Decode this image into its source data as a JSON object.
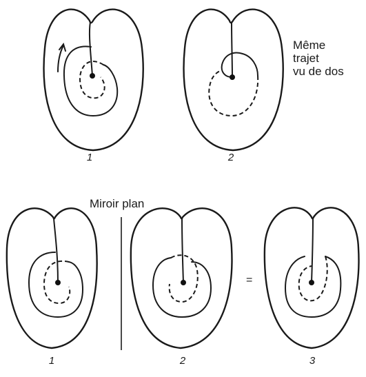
{
  "top_section": {
    "figure_labels": [
      "1",
      "2"
    ],
    "side_note_lines": [
      "Même",
      "trajet",
      "vu de dos"
    ]
  },
  "bottom_section": {
    "mirror_label": "Miroir plan",
    "equals_sign": "=",
    "figure_labels": [
      "1",
      "2",
      "3"
    ]
  },
  "colors": {
    "ink": "#1a1a1a",
    "background": "#ffffff"
  }
}
